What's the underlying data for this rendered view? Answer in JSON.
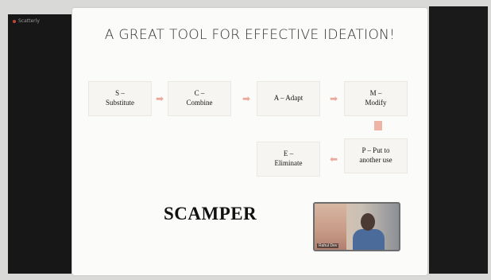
{
  "window": {
    "left_label": "Scatterly"
  },
  "slide": {
    "title": "A GREAT TOOL FOR EFFECTIVE IDEATION!",
    "footer_title": "SCAMPER",
    "steps": [
      {
        "line1": "S –",
        "line2": "Substitute"
      },
      {
        "line1": "C –",
        "line2": "Combine"
      },
      {
        "line1": "A – Adapt",
        "line2": ""
      },
      {
        "line1": "M –",
        "line2": "Modify"
      },
      {
        "line1": "P – Put to",
        "line2": "another use"
      },
      {
        "line1": "E –",
        "line2": "Eliminate"
      }
    ],
    "arrow_color": "#eaa79b"
  },
  "video": {
    "participant_label": "Rahul Dev"
  }
}
